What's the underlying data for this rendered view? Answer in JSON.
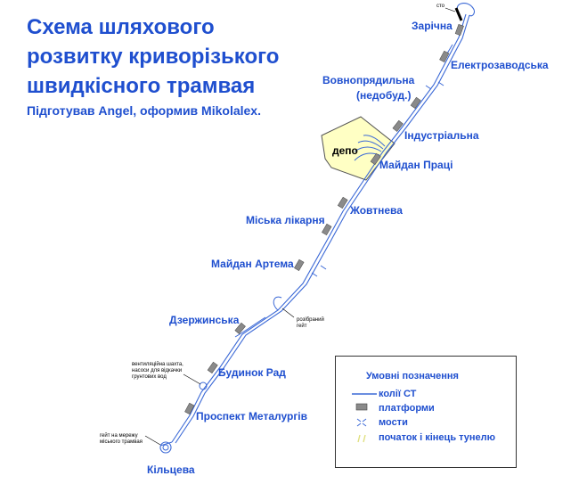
{
  "header": {
    "title_lines": [
      "Схема шляхового",
      "розвитку криворізького",
      "швидкісного трамвая"
    ],
    "credits": "Підготував Angel,  оформив Mikolalex."
  },
  "stations": {
    "zarichna": "Зарічна",
    "elektrozavodska": "Електрозаводська",
    "vovnopriadylna": "Вовнопрядильна",
    "vovnopriadylna_note": "(недобуд.)",
    "industrialna": "Індустріальна",
    "maidan_pratsi": "Майдан Праці",
    "zhovtneva": "Жовтнева",
    "miska_likarnia": "Міська лікарня",
    "maidan_artema": "Майдан Артема",
    "dzerzhynska": "Дзержинська",
    "budynok_rad": "Будинок Рад",
    "prospekt_metalurhiv": "Проспект Металургів",
    "kiltseva": "Кільцева"
  },
  "depot": {
    "label": "депо",
    "fill": "#ffffc4"
  },
  "notes": {
    "sto": "сто",
    "gate_l1": "розібраний",
    "gate_l2": "гейт",
    "vent_l1": "вентиляційна шахта,",
    "vent_l2": "насоси для відкачки",
    "vent_l3": "грунтових вод",
    "gate_city_l1": "гейт на мережу",
    "gate_city_l2": "міського трамвая"
  },
  "legend": {
    "title": "Умовні позначення",
    "tracks": "колії СТ",
    "platforms": "платформи",
    "bridges": "мости",
    "tunnel": "початок і кінець тунелю"
  },
  "colors": {
    "text": "#1f4fcf",
    "track": "#3a68d6",
    "platform": "#8a8a8a",
    "tunnel": "#e0e080"
  }
}
